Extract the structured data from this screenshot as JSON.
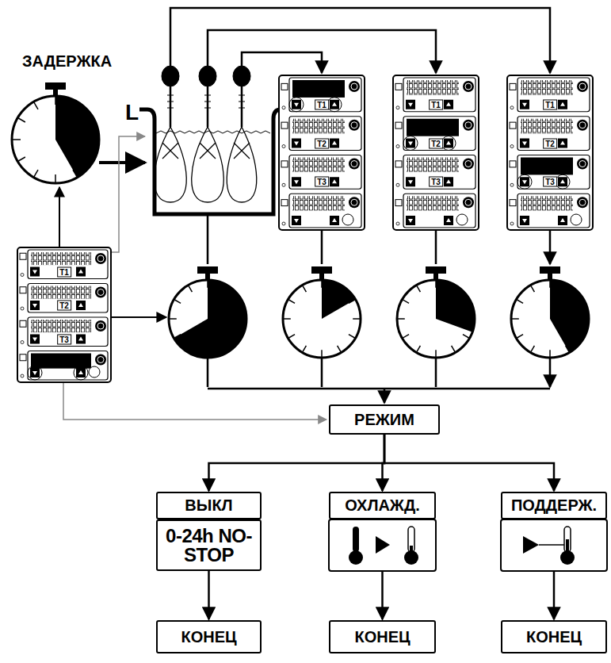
{
  "diagram": {
    "nodes": [
      {
        "text": [
          "РЕЖИМ"
        ]
      },
      {
        "text": [
          "ВЫКЛ"
        ]
      },
      {
        "text": [
          "ОХЛАЖД."
        ]
      },
      {
        "text": [
          "ПОДДЕРЖ."
        ]
      },
      {
        "text": [
          "0-24h NO-STOP"
        ]
      },
      {
        "text": [
          "КОНЕЦ"
        ]
      },
      {
        "text": [
          "КОНЕЦ"
        ]
      },
      {
        "text": [
          "КОНЕЦ"
        ]
      }
    ],
    "edges": [
      {
        "from": 0,
        "to": 1,
        "arrow": "to"
      },
      {
        "from": 0,
        "to": 2,
        "arrow": "to"
      },
      {
        "from": 0,
        "to": 3,
        "arrow": "to"
      },
      {
        "from": 4,
        "to": 5,
        "arrow": "to"
      },
      {
        "from": 2,
        "to": 6,
        "arrow": "to"
      },
      {
        "from": 3,
        "to": 7,
        "arrow": "to"
      }
    ],
    "labels": [
      "ЗАДЕРЖКА",
      "L",
      "T1",
      "T2",
      "T3",
      "T1",
      "T2",
      "T3",
      "T1",
      "T2",
      "T3",
      "T1",
      "T2",
      "T3"
    ]
  }
}
